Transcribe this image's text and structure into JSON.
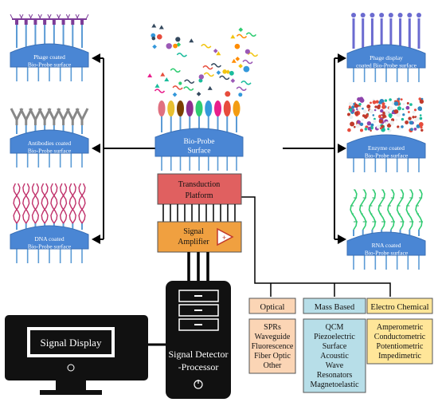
{
  "probes": {
    "phage": [
      "Phage coated",
      "Bio-Probe surface"
    ],
    "antibody": [
      "Antibodies coated",
      "Bio-Probe surface"
    ],
    "dna": [
      "DNA coated",
      "Bio-Probe surface"
    ],
    "phage_display": [
      "Phage display",
      "coated Bio-Probe surface"
    ],
    "enzyme": [
      "Enzyme coated",
      "Bio-Probe surface"
    ],
    "rna": [
      "RNA coated",
      "Bio-Probe surface"
    ],
    "center": [
      "Bio-Probe",
      "Surface"
    ]
  },
  "transduction": [
    "Transduction",
    "Platform"
  ],
  "amplifier": [
    "Signal",
    "Amplifier"
  ],
  "detector": [
    "Signal Detector",
    "-Processor"
  ],
  "display": "Signal Display",
  "categories": [
    {
      "title": "Optical",
      "color": "#fbd5b5",
      "items": [
        "SPRs",
        "Waveguide",
        "Fluorescence",
        "Fiber Optic",
        "Other"
      ]
    },
    {
      "title": "Mass Based",
      "color": "#b7dee8",
      "items": [
        "QCM",
        "Piezoelectric",
        "Surface",
        "Acoustic",
        "Wave",
        "Resonators",
        "Magnetoelastic"
      ]
    },
    {
      "title": "Electro Chemical",
      "color": "#ffe699",
      "items": [
        "Amperometric",
        "Conductometric",
        "Potentiometric",
        "Impedimetric"
      ]
    }
  ],
  "colors": {
    "probe_blue": "#4a86d4",
    "stem_blue": "#5b9bd5",
    "transduction_red": "#e06060",
    "amplifier_orange": "#f0a040",
    "dark": "#111111"
  }
}
